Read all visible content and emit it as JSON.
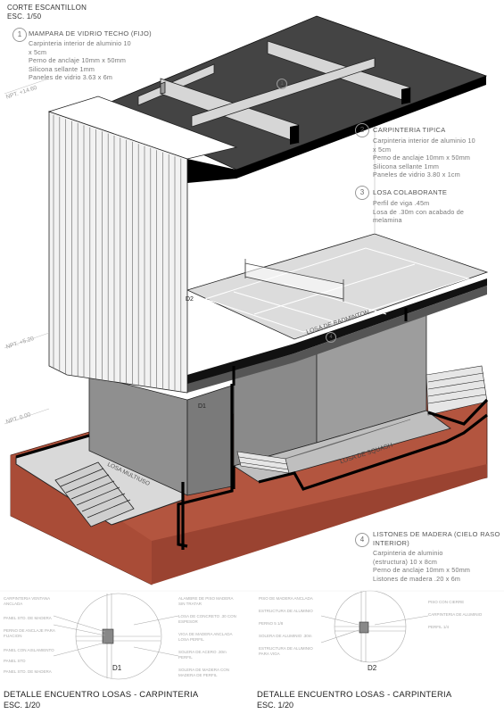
{
  "header": {
    "title": "CORTE ESCANTILLON",
    "scale": "ESC. 1/50"
  },
  "notes": [
    {
      "num": "1",
      "title": "MAMPARA DE VIDRIO TECHO (FIJO)",
      "lines": [
        "Carpinteria interior de aluminio 10",
        "x 5cm",
        "Perno de anclaje 10mm x 50mm",
        "Silicona sellante 1mm",
        "Paneles de vidrio 3.63 x 6m"
      ]
    },
    {
      "num": "2",
      "title": "CARPINTERIA TIPICA",
      "lines": [
        "Carpinteria interior de aluminio 10",
        "x 5cm",
        "Perno de anclaje 10mm x 50mm",
        "Silicona sellante 1mm",
        "Paneles de vidrio 3.80 x 1cm"
      ]
    },
    {
      "num": "3",
      "title": "LOSA COLABORANTE",
      "lines": [
        "Perfil de viga .45m",
        "Losa de .30m con acabado de",
        "melamina"
      ]
    },
    {
      "num": "4",
      "title": "LISTONES DE MADERA (CIELO RASO",
      "title2": "INTERIOR)",
      "lines": [
        "Carpinteria de aluminio",
        "(estructura) 10 x 8cm",
        "Perno de anclaje 10mm x 50mm",
        "Listones de madera .20 x 6m"
      ]
    }
  ],
  "levels": {
    "top": "NPT. +14.60",
    "mid": "NPT. +5.20",
    "low": "NPT. 0.00"
  },
  "labels": {
    "d1": "D1",
    "d2": "D2",
    "badminton": "LOSA DE BADMINTON",
    "squash": "LOSA DE SQUASH",
    "multiuso": "LOSA MULTIUSO",
    "marker4": "4",
    "marker1": "1"
  },
  "details": [
    {
      "marker": "D1",
      "title": "DETALLE ENCUENTRO LOSAS - CARPINTERIA",
      "scale": "ESC. 1/20",
      "left_notes": [
        "CARPINTERIA VENTANA ANCLADA",
        "PANEL STD. DE MADERA",
        "PERNO DE ANCLAJE PARA FIJACION",
        "PANEL CON AISLAMIENTO",
        "PANEL STD",
        "PANEL STD. DE MADERA"
      ],
      "right_notes": [
        "ALAMBRE DE PISO MADERA SIN TRATAR",
        "LOSA DE CONCRETO .30 CON ESPESOR",
        "VIGA DE MADERA ANCLADA LOSA PERFIL",
        "SOLERA DE ACERO .30m PERFIL",
        "SOLERA DE MADERA CON MADERA DE PERFIL"
      ]
    },
    {
      "marker": "D2",
      "title": "DETALLE ENCUENTRO LOSAS - CARPINTERIA",
      "scale": "ESC. 1/20",
      "left_notes": [
        "PISO DE MADERA ANCLADA",
        "ESTRUCTURA DE ALUMINIO",
        "PERNO 5 1/8",
        "SOLERA DE ALUMINIO .30m",
        "ESTRUCTURA DE ALUMINIO PARA VIGA"
      ],
      "right_notes": [
        "PISO CON CIERRE",
        "CARPINTERIA DE ALUMINIO",
        "PERFIL 1/4"
      ]
    }
  ]
}
